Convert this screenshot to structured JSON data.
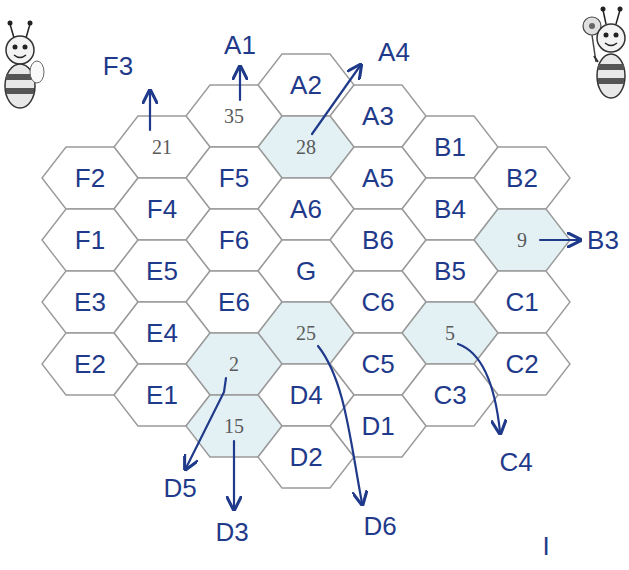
{
  "diagram": {
    "nodes": [
      {
        "text": [
          "A2"
        ]
      },
      {
        "text": [
          "35"
        ]
      },
      {
        "text": [
          "A3"
        ]
      },
      {
        "text": [
          "21"
        ]
      },
      {
        "text": [
          "28"
        ]
      },
      {
        "text": [
          "B1"
        ]
      },
      {
        "text": [
          "F2"
        ]
      },
      {
        "text": [
          "F5"
        ]
      },
      {
        "text": [
          "A5"
        ]
      },
      {
        "text": [
          "B2"
        ]
      },
      {
        "text": [
          "F4"
        ]
      },
      {
        "text": [
          "A6"
        ]
      },
      {
        "text": [
          "B4"
        ]
      },
      {
        "text": [
          "F1"
        ]
      },
      {
        "text": [
          "F6"
        ]
      },
      {
        "text": [
          "B6"
        ]
      },
      {
        "text": [
          "9"
        ]
      },
      {
        "text": [
          "E5"
        ]
      },
      {
        "text": [
          "G"
        ]
      },
      {
        "text": [
          "B5"
        ]
      },
      {
        "text": [
          "E3"
        ]
      },
      {
        "text": [
          "E6"
        ]
      },
      {
        "text": [
          "C6"
        ]
      },
      {
        "text": [
          "C1"
        ]
      },
      {
        "text": [
          "E4"
        ]
      },
      {
        "text": [
          "25"
        ]
      },
      {
        "text": [
          "5"
        ]
      },
      {
        "text": [
          "E2"
        ]
      },
      {
        "text": [
          "2"
        ]
      },
      {
        "text": [
          "C5"
        ]
      },
      {
        "text": [
          "C2"
        ]
      },
      {
        "text": [
          "E1"
        ]
      },
      {
        "text": [
          "D4"
        ]
      },
      {
        "text": [
          "C3"
        ]
      },
      {
        "text": [
          "15"
        ]
      },
      {
        "text": [
          "D1"
        ]
      },
      {
        "text": [
          "D2"
        ]
      }
    ],
    "labels": [
      "F3",
      "A1",
      "A4",
      "B3",
      "C4",
      "D6",
      "D5",
      "D3",
      "I"
    ]
  }
}
